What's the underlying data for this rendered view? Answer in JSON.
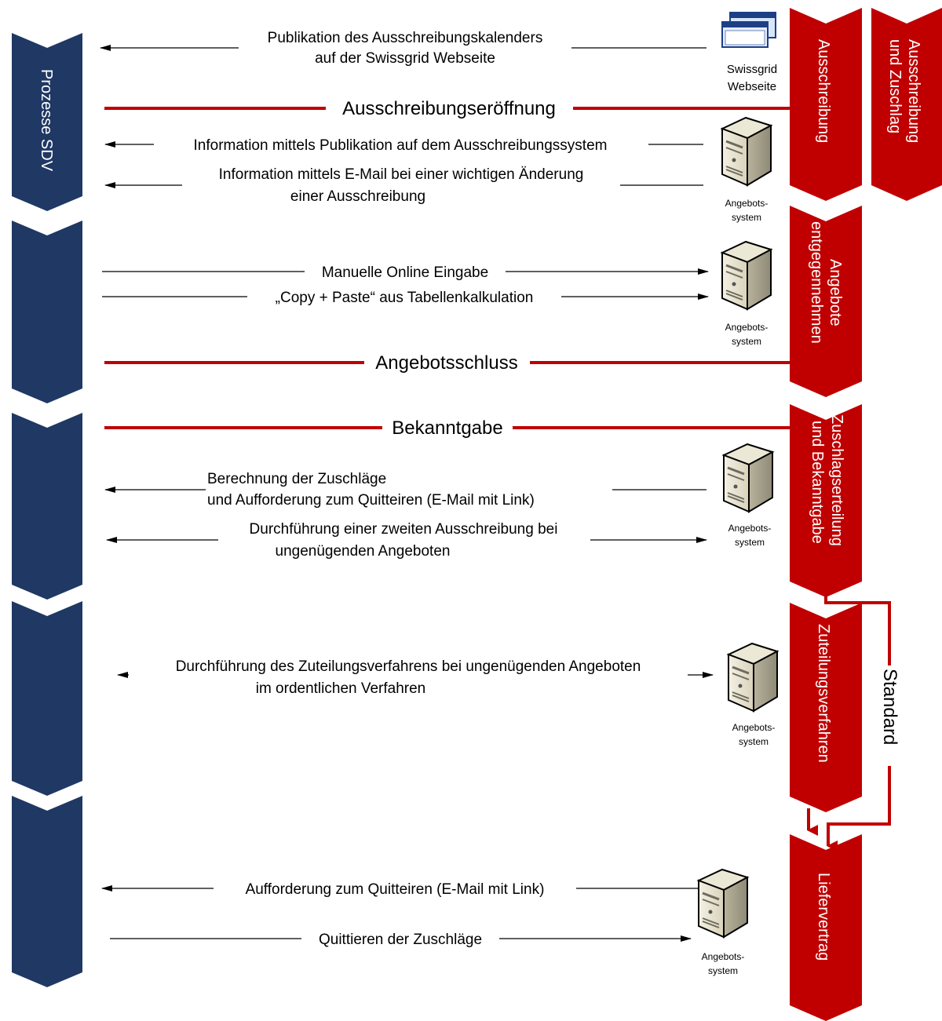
{
  "left_chevron": {
    "label": "Prozesse SDV"
  },
  "stages": {
    "ausschreibung": "Ausschreibung",
    "ausschreibung_und_zuschlag": [
      "Ausschreibung",
      "und Zuschlag"
    ],
    "angebote": [
      "Angebote",
      "entgegennehmen"
    ],
    "zuschlag": [
      "Zuschlagserteilung",
      "und Bekanntgabe"
    ],
    "zuteilung": "Zuteilungsverfahren",
    "liefervertrag": "Liefervertrag"
  },
  "milestones": {
    "eroeffnung": "Ausschreibungseröffnung",
    "angebotsschluss": "Angebotsschluss",
    "bekanntgabe": "Bekanntgabe"
  },
  "flows": {
    "publikation": [
      "Publikation des Ausschreibungskalenders",
      "auf der Swissgrid Webseite"
    ],
    "info_publikation": "Information mittels Publikation auf dem Ausschreibungssystem",
    "info_email": [
      "Information mittels E-Mail bei einer wichtigen Änderung",
      "einer Ausschreibung"
    ],
    "manuelle": "Manuelle Online Eingabe",
    "copy_paste": "„Copy + Paste“ aus Tabellenkalkulation",
    "berechnung": [
      "Berechnung der Zuschläge",
      "und Aufforderung zum Quitteiren (E-Mail mit Link)"
    ],
    "zweite": [
      "Durchführung einer zweiten Ausschreibung bei",
      "ungenügenden Angeboten"
    ],
    "zuteilung": [
      "Durchführung des Zuteilungsverfahrens bei ungenügenden Angeboten",
      "im ordentlichen Verfahren"
    ],
    "aufforderung": "Aufforderung zum Quitteiren (E-Mail mit Link)",
    "quittieren": "Quittieren der Zuschläge"
  },
  "systems": {
    "website": [
      "Swissgrid",
      "Webseite"
    ],
    "server": [
      "Angebots-",
      "system"
    ]
  },
  "standard_label": "Standard",
  "colors": {
    "navy": "#1f3864",
    "red": "#c00000",
    "bg": "#ffffff"
  },
  "icons": {
    "website": "browser-window-icon",
    "server": "server-icon"
  }
}
